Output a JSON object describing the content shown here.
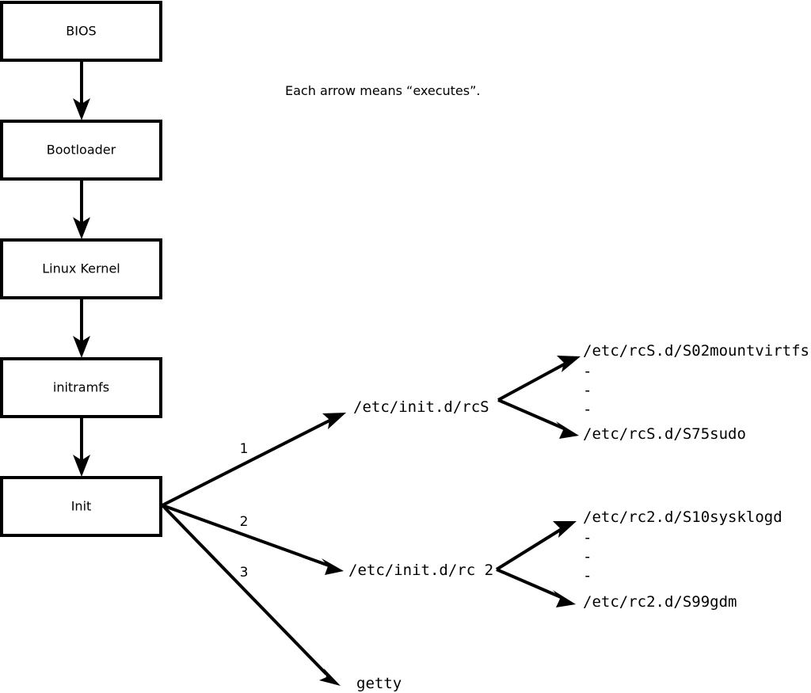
{
  "caption": {
    "text": "Each arrow means “executes”."
  },
  "chain_boxes": [
    {
      "label": "BIOS"
    },
    {
      "label": "Bootloader"
    },
    {
      "label": "Linux Kernel"
    },
    {
      "label": "initramfs"
    },
    {
      "label": "Init"
    }
  ],
  "init_branches": [
    {
      "number": "1",
      "target": "/etc/init.d/rcS"
    },
    {
      "number": "2",
      "target": "/etc/init.d/rc 2"
    },
    {
      "number": "3",
      "target": "getty"
    }
  ],
  "rcs_scripts": {
    "first": "/etc/rcS.d/S02mountvirtfs",
    "ellipsis": [
      "-",
      "-",
      "-"
    ],
    "last": "/etc/rcS.d/S75sudo"
  },
  "rc2_scripts": {
    "first": "/etc/rc2.d/S10sysklogd",
    "ellipsis": [
      "-",
      "-",
      "-"
    ],
    "last": "/etc/rc2.d/S99gdm"
  },
  "colors": {
    "stroke": "#000000",
    "fill": "#ffffff",
    "background": "#ffffff"
  }
}
